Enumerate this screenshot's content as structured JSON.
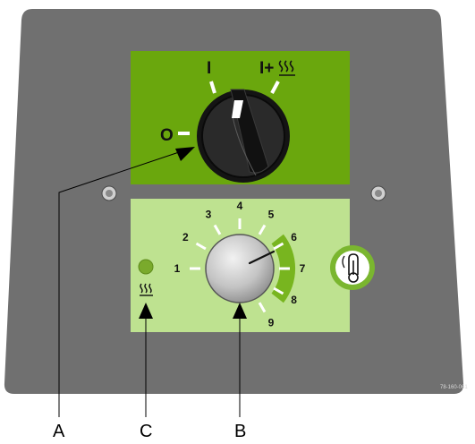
{
  "colors": {
    "panel": "#707070",
    "switch_plate": "#6aa70d",
    "control_plate": "#bee290",
    "heat_band": "#78b51f",
    "led": "#7aaa2c",
    "knob_main": "#1e1e1e",
    "knob_temp": "#bfbfbf",
    "ring_outer": "#7ab62f"
  },
  "main_switch": {
    "positions": {
      "off": "O",
      "on": "I",
      "on_heat_prefix": "I+",
      "heat_icon": "heat-waves-icon"
    }
  },
  "temperature_dial": {
    "scale_labels": [
      "1",
      "2",
      "3",
      "4",
      "5",
      "6",
      "7",
      "8",
      "9"
    ],
    "highlighted_range": [
      "6",
      "7",
      "8"
    ]
  },
  "indicator": {
    "icon": "heat-waves-icon",
    "state": "lit"
  },
  "thermometer_button": {
    "icon": "thermometer-icon"
  },
  "callouts": {
    "a": "A",
    "b": "B",
    "c": "C"
  },
  "reference_code": "78-160-061"
}
